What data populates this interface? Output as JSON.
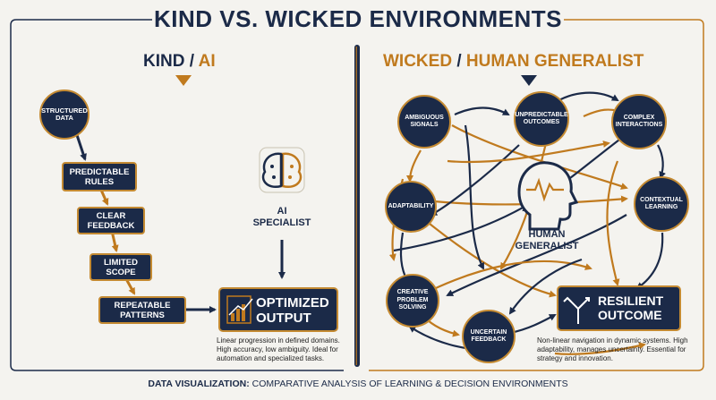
{
  "title": "KIND VS. WICKED ENVIRONMENTS",
  "kind": {
    "heading_a": "KIND",
    "heading_sep": " / ",
    "heading_b": "AI",
    "start": "STRUCTURED DATA",
    "steps": [
      "PREDICTABLE RULES",
      "CLEAR FEEDBACK",
      "LIMITED SCOPE",
      "REPEATABLE PATTERNS"
    ],
    "specialist_label": "AI SPECIALIST",
    "output": "OPTIMIZED OUTPUT",
    "description": "Linear progression in defined domains. High accuracy, low ambiguity. Ideal for automation and specialized tasks."
  },
  "wicked": {
    "heading_a": "WICKED",
    "heading_sep": " / ",
    "heading_b": "HUMAN GENERALIST",
    "nodes": {
      "ambiguous": "AMBIGUOUS SIGNALS",
      "unpredictable": "UNPREDICTABLE OUTCOMES",
      "complex": "COMPLEX INTERACTIONS",
      "adaptability": "ADAPTABILITY",
      "contextual": "CONTEXTUAL LEARNING",
      "creative": "CREATIVE PROBLEM SOLVING",
      "uncertain": "UNCERTAIN FEEDBACK"
    },
    "center_label": "HUMAN GENERALIST",
    "outcome": "RESILIENT OUTCOME",
    "description": "Non-linear navigation in dynamic systems. High adaptability, manages uncertainty. Essential for strategy and innovation."
  },
  "footer": {
    "bold": "DATA VISUALIZATION:",
    "rest": " COMPARATIVE ANALYSIS OF LEARNING & DECISION ENVIRONMENTS"
  },
  "colors": {
    "navy": "#1b2a48",
    "gold": "#c07a1e",
    "background": "#f4f3ef"
  },
  "icons": [
    "brain-circuit-icon",
    "human-head-icon",
    "growth-chart-icon",
    "split-arrows-icon"
  ]
}
